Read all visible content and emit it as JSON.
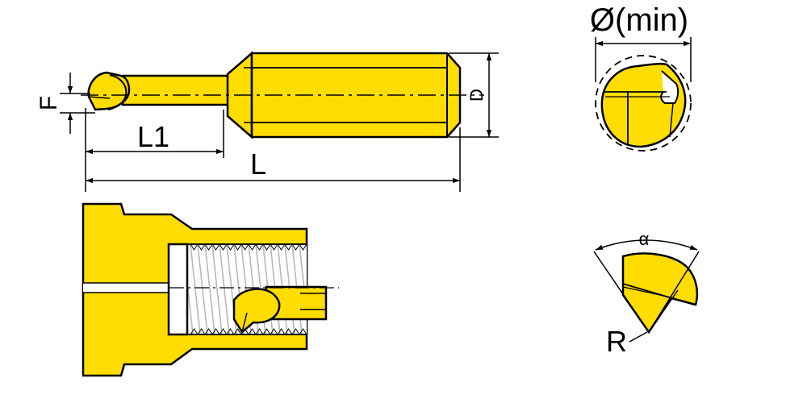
{
  "labels": {
    "F": "F",
    "L1": "L1",
    "L": "L",
    "D": "D",
    "diameter_min": "Ø(min)",
    "alpha": "α",
    "R": "R"
  },
  "colors": {
    "fill": "#FFDD00",
    "stroke": "#000000",
    "thread": "#B8B8B8"
  }
}
